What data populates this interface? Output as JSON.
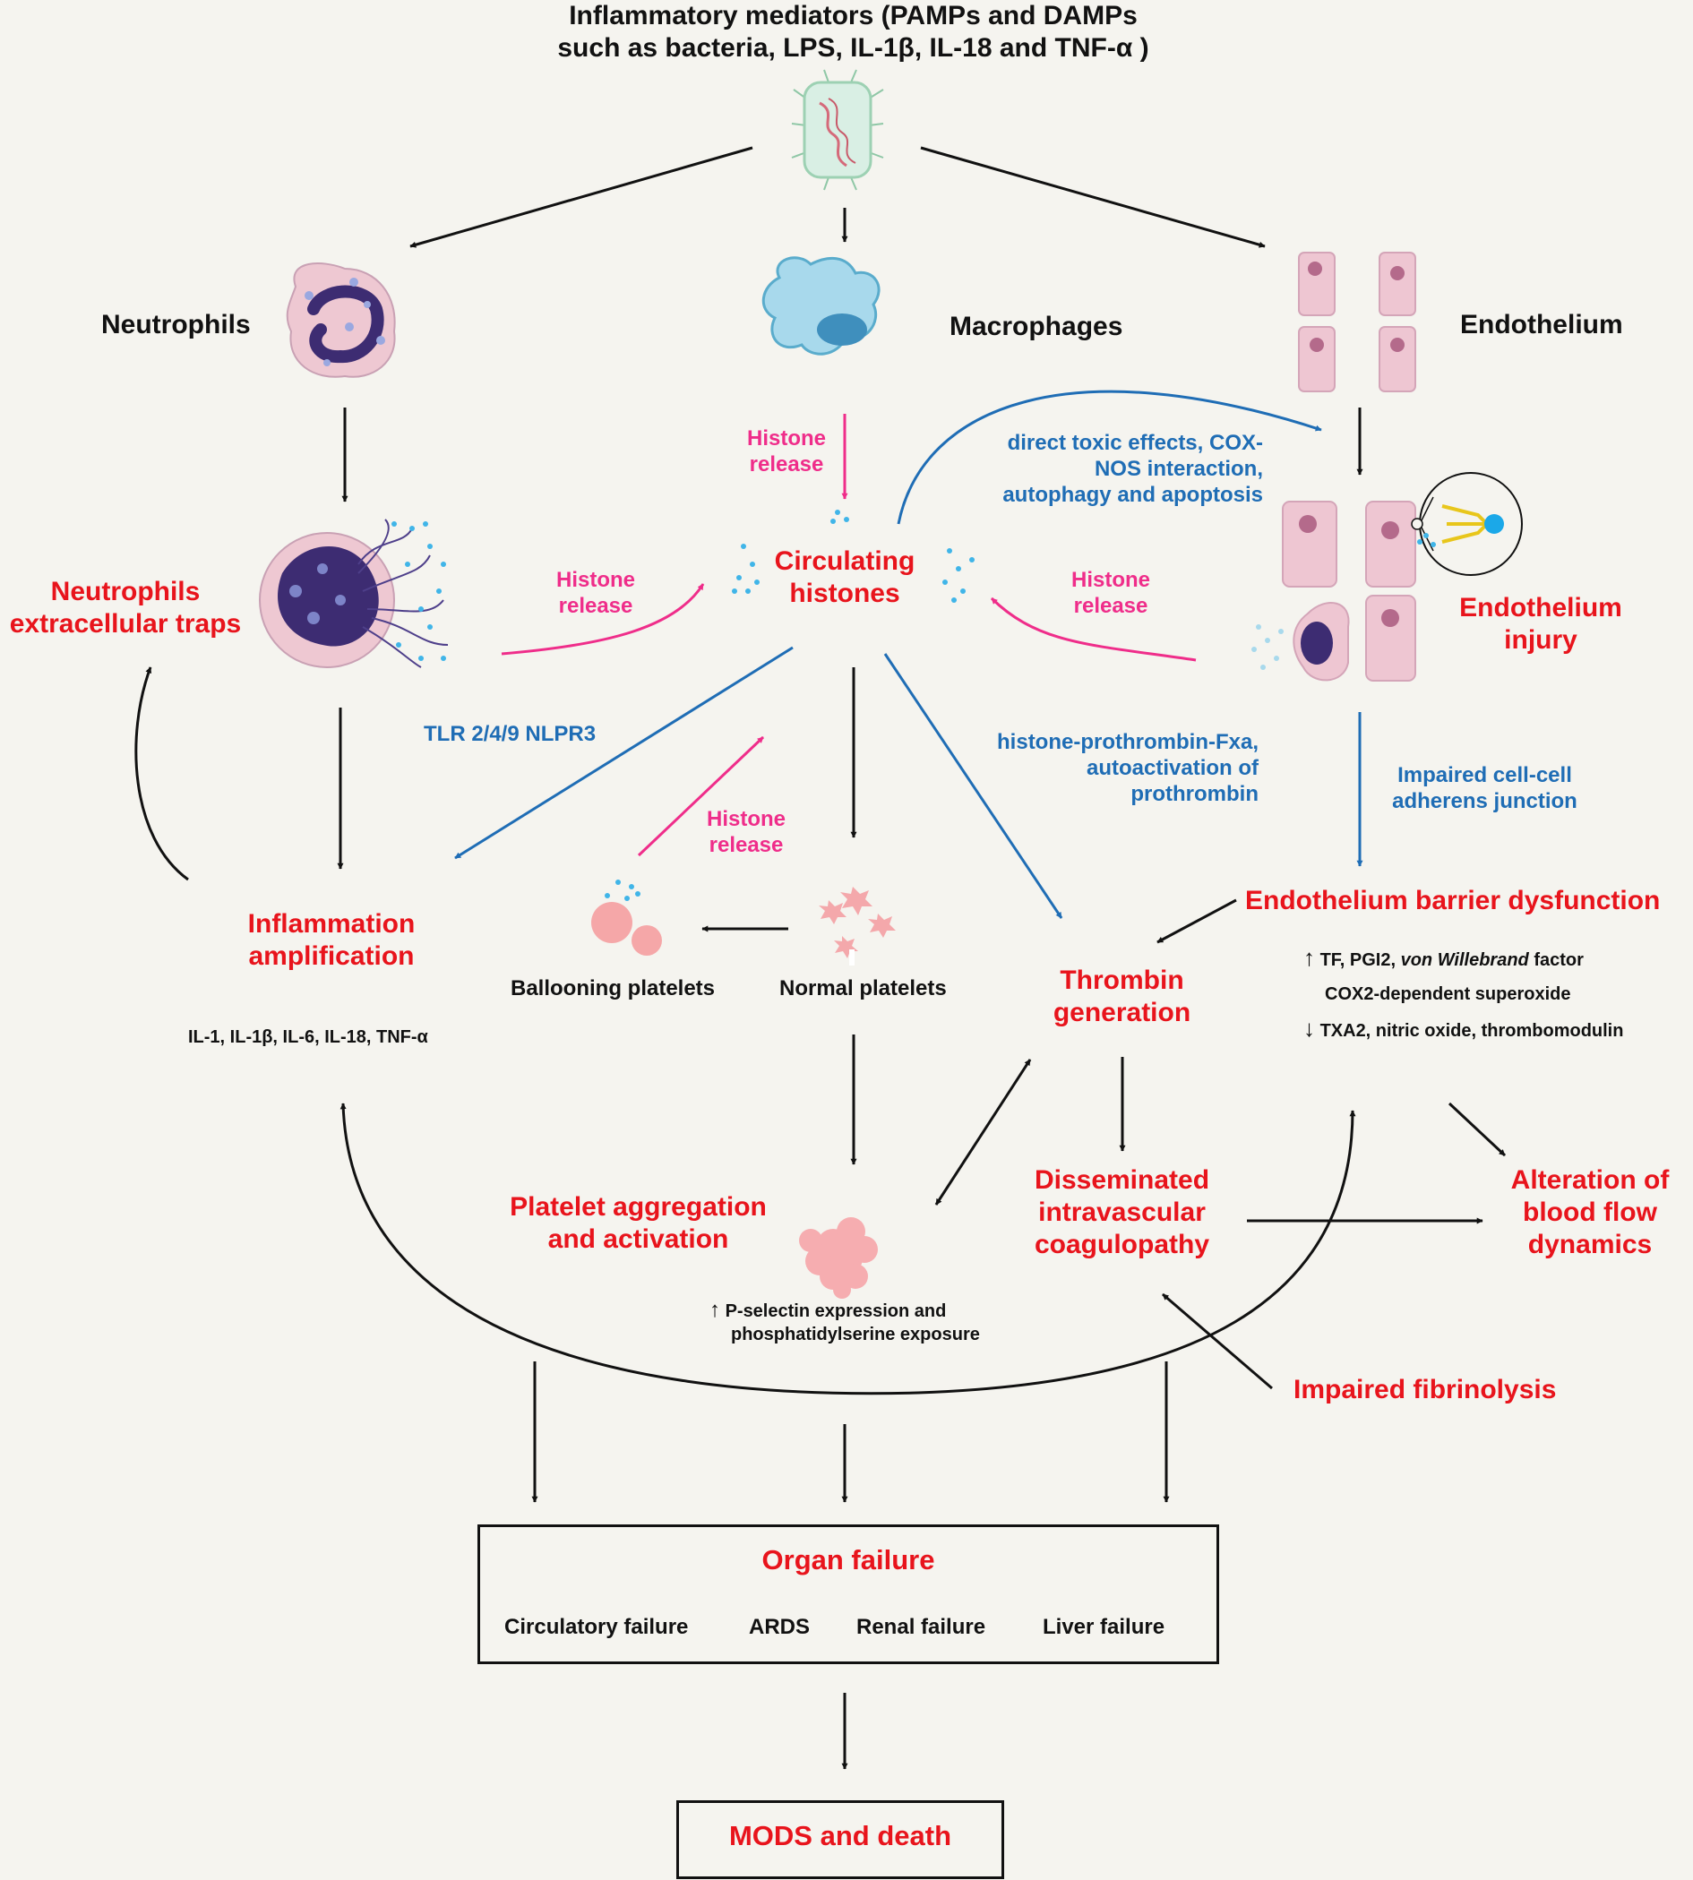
{
  "title": {
    "line1": "Inflammatory mediators (PAMPs and DAMPs",
    "line2": "such as bacteria, LPS, IL-1β, IL-18 and TNF-α )"
  },
  "cells": {
    "neutrophils": "Neutrophils",
    "macrophages": "Macrophages",
    "endothelium": "Endothelium"
  },
  "histone_release": {
    "line1": "Histone",
    "line2": "release"
  },
  "circulating_histones": {
    "line1": "Circulating",
    "line2": "histones"
  },
  "net": {
    "line1": "Neutrophils",
    "line2": "extracellular traps"
  },
  "endothelium_injury": {
    "line1": "Endothelium",
    "line2": "injury"
  },
  "toxic_effects": {
    "line1": "direct toxic effects, COX-",
    "line2": "NOS interaction,",
    "line3": "autophagy and apoptosis"
  },
  "tlr": "TLR 2/4/9  NLPR3",
  "prothrombin": {
    "line1": "histone-prothrombin-Fxa,",
    "line2": "autoactivation of",
    "line3": "prothrombin"
  },
  "adherens": {
    "line1": "Impaired cell-cell",
    "line2": "adherens junction"
  },
  "barrier": "Endothelium barrier dysfunction",
  "barrier_details": {
    "up_arrow": "↑",
    "line1_a": "TF, PGI2, ",
    "line1_b": "von Willebrand",
    "line1_c": " factor",
    "line2": "COX2-dependent superoxide",
    "down_arrow": "↓",
    "line3": "TXA2, nitric oxide, thrombomodulin"
  },
  "inflammation": {
    "line1": "Inflammation",
    "line2": "amplification"
  },
  "cytokines": "IL-1, IL-1β, IL-6,  IL-18, TNF-α",
  "ballooning": "Ballooning platelets",
  "normal": "Normal platelets",
  "thrombin": {
    "line1": "Thrombin",
    "line2": "generation"
  },
  "aggregation": {
    "line1": "Platelet aggregation",
    "line2": "and activation"
  },
  "pselectin": {
    "up_arrow": "↑",
    "line1": "P-selectin expression and",
    "line2": "phosphatidylserine exposure"
  },
  "dic": {
    "line1": "Disseminated",
    "line2": "intravascular",
    "line3": "coagulopathy"
  },
  "blood_flow": {
    "line1": "Alteration of",
    "line2": "blood flow",
    "line3": "dynamics"
  },
  "fibrinolysis": "Impaired fibrinolysis",
  "organ": {
    "title": "Organ failure",
    "items": [
      "Circulatory failure",
      "ARDS",
      "Renal failure",
      "Liver failure"
    ]
  },
  "mods": "MODS and death",
  "colors": {
    "red": "#e8141c",
    "blue": "#1f6db5",
    "pink": "#ef2d8a",
    "black": "#111111"
  }
}
